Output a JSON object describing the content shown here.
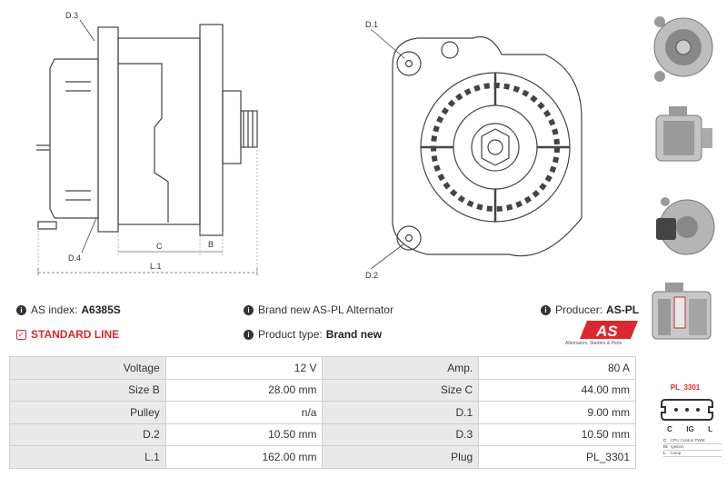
{
  "drawing": {
    "labels": {
      "d3": "D.3",
      "d4": "D.4",
      "c": "C",
      "b": "B",
      "l1": "L.1",
      "d1": "D.1",
      "d2": "D.2"
    }
  },
  "info": {
    "as_index_label": "AS index:",
    "as_index_value": "A6385S",
    "standard_line": "STANDARD LINE",
    "description": "Brand new AS-PL Alternator",
    "product_type_label": "Product type:",
    "product_type_value": "Brand new",
    "producer_label": "Producer:",
    "producer_value": "AS-PL"
  },
  "logo": {
    "text": "AS",
    "subtitle": "Alternators, Starters & Parts"
  },
  "specs": [
    {
      "l1": "Voltage",
      "v1": "12 V",
      "l2": "Amp.",
      "v2": "80 A"
    },
    {
      "l1": "Size B",
      "v1": "28.00 mm",
      "l2": "Size C",
      "v2": "44.00 mm"
    },
    {
      "l1": "Pulley",
      "v1": "n/a",
      "l2": "D.1",
      "v2": "9.00 mm"
    },
    {
      "l1": "D.2",
      "v1": "10.50 mm",
      "l2": "D.3",
      "v2": "10.50 mm"
    },
    {
      "l1": "L.1",
      "v1": "162.00 mm",
      "l2": "Plug",
      "v2": "PL_3301"
    }
  ],
  "plug": {
    "title": "PL_3301",
    "pins": [
      "C",
      "IG",
      "L"
    ],
    "legend": [
      {
        "key": "C",
        "text": "CPU Control PWM"
      },
      {
        "key": "IG",
        "text": "Ignition"
      },
      {
        "key": "L",
        "text": "Lamp"
      }
    ]
  },
  "colors": {
    "accent": "#d9282f",
    "table_label_bg": "#e9e9e9",
    "border": "#d0d0d0"
  }
}
